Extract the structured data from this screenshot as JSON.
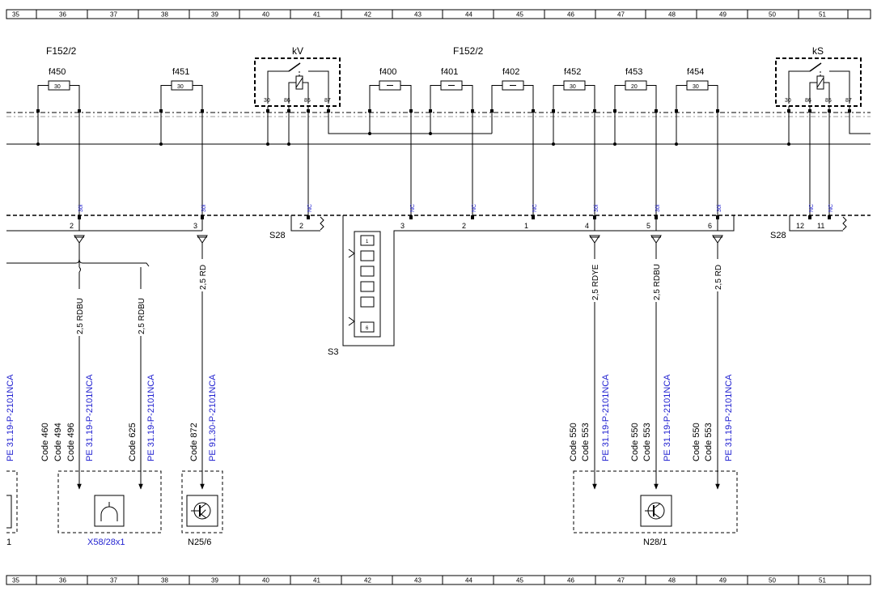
{
  "ruler": {
    "columns": [
      "35",
      "36",
      "37",
      "38",
      "39",
      "40",
      "41",
      "42",
      "43",
      "44",
      "45",
      "46",
      "47",
      "48",
      "49",
      "50",
      "51"
    ]
  },
  "fuse_groups": {
    "left": "F152/2",
    "right": "F152/2"
  },
  "fuses": [
    {
      "id": "f450",
      "rating": "30"
    },
    {
      "id": "f451",
      "rating": "30"
    },
    {
      "id": "f400",
      "rating": ""
    },
    {
      "id": "f401",
      "rating": ""
    },
    {
      "id": "f402",
      "rating": ""
    },
    {
      "id": "f452",
      "rating": "30"
    },
    {
      "id": "f453",
      "rating": "20"
    },
    {
      "id": "f454",
      "rating": "30"
    }
  ],
  "relays": [
    {
      "name": "kV",
      "pins": [
        "30",
        "86",
        "85",
        "87"
      ]
    },
    {
      "name": "kS",
      "pins": [
        "30",
        "86",
        "85",
        "87"
      ]
    }
  ],
  "terminal_tags": [
    "30i",
    "30i",
    "NC",
    "NC",
    "NC",
    "NC",
    "30i",
    "30i",
    "30i",
    "NC",
    "NC"
  ],
  "connector_pins": [
    "2",
    "3",
    "2",
    "3",
    "2",
    "1",
    "4",
    "5",
    "6",
    "12",
    "11"
  ],
  "connector_labels": {
    "s28_left": "S28",
    "s28_right": "S28",
    "s3": "S3"
  },
  "switch_positions": [
    "1",
    "6"
  ],
  "wires": [
    "2,5 RDBU",
    "2,5 RDBU",
    "2,5 RD",
    "2,5 RDYE",
    "2,5 RDBU",
    "2,5 RD"
  ],
  "codes": [
    {
      "lines": [
        "Code 460",
        "Code 494",
        "Code 496"
      ],
      "ref": "PE 31.19-P-2101NCA"
    },
    {
      "lines": [
        "Code 625"
      ],
      "ref": "PE 31.19-P-2101NCA"
    },
    {
      "lines": [
        "Code 872"
      ],
      "ref": "PE 91.30-P-2101NCA"
    },
    {
      "lines": [
        "Code 550",
        "Code 553"
      ],
      "ref": "PE 31.19-P-2101NCA"
    },
    {
      "lines": [
        "Code 550",
        "Code 553"
      ],
      "ref": "PE 31.19-P-2101NCA"
    },
    {
      "lines": [
        "Code 550",
        "Code 553"
      ],
      "ref": "PE 31.19-P-2101NCA"
    }
  ],
  "edge_ref": "PE 31.19-P-2101NCA",
  "components": {
    "x58": "X58/28x1",
    "n25": "N25/6",
    "n28": "N28/1",
    "edge": "1"
  },
  "colors": {
    "line": "#000000",
    "link_text": "#1f1fd0"
  }
}
